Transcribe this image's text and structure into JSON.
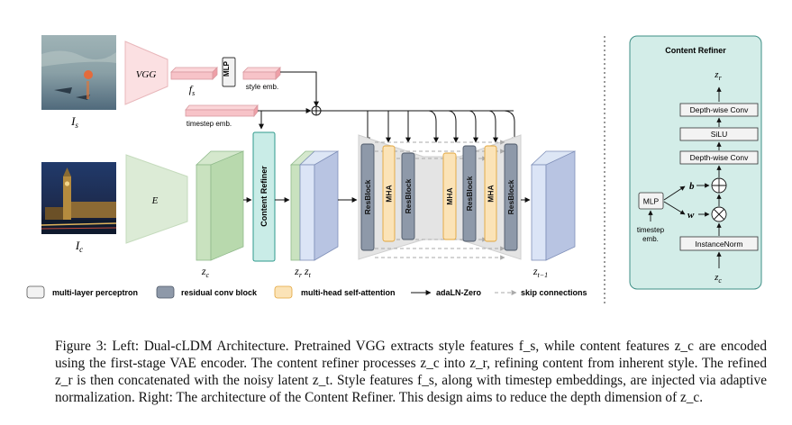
{
  "left_diagram": {
    "input_style": {
      "symbol": "I",
      "sub": "s"
    },
    "input_content": {
      "symbol": "I",
      "sub": "c"
    },
    "vgg_label": "VGG",
    "encoder_label": "E",
    "fs": {
      "symbol": "f",
      "sub": "s"
    },
    "mlp_label": "MLP",
    "style_emb_label": "style emb.",
    "timestep_emb_label": "timestep emb.",
    "content_refiner_label": "Content Refiner",
    "zc": {
      "symbol": "z",
      "sub": "c"
    },
    "zr": {
      "symbol": "z",
      "sub": "r"
    },
    "zt": {
      "symbol": "z",
      "sub": "t"
    },
    "ztm1": {
      "symbol": "z",
      "sub": "t−1"
    },
    "blocks": [
      "ResBlock",
      "MHA",
      "ResBlock",
      "MHA",
      "ResBlock",
      "MHA",
      "ResBlock"
    ]
  },
  "legend": {
    "mlp": "multi-layer perceptron",
    "resconv": "residual conv block",
    "mha": "multi-head self-attention",
    "adaln": "adaLN-Zero",
    "skip": "skip connections"
  },
  "refiner_panel": {
    "title": "Content Refiner",
    "out": {
      "symbol": "z",
      "sub": "r"
    },
    "in": {
      "symbol": "z",
      "sub": "c"
    },
    "layers": [
      "Depth-wise Conv",
      "SiLU",
      "Depth-wise Conv",
      "InstanceNorm"
    ],
    "mlp_label": "MLP",
    "timestep_emb": [
      "timestep",
      "emb."
    ],
    "b_label": "b",
    "w_label": "w"
  },
  "caption": {
    "figure_label": "Figure 3:",
    "text": "Left: Dual-cLDM Architecture. Pretrained VGG extracts style features f_s, while content features z_c are encoded using the first-stage VAE encoder. The content refiner processes z_c into z_r, refining content from inherent style. The refined z_r is then concatenated with the noisy latent z_t. Style features f_s, along with timestep embeddings, are injected via adaptive normalization. Right: The architecture of the Content Refiner. This design aims to reduce the depth dimension of z_c."
  },
  "colors": {
    "pink": "#f9d3d6",
    "pink_edge": "#d99aa0",
    "green": "#cfe5c6",
    "green_edge": "#8fb98a",
    "teal": "#c9ece7",
    "teal_edge": "#2f9a8c",
    "blue": "#c3cde6",
    "blue_edge": "#7f8fb8",
    "gray_block": "#8e99a9",
    "gray_block_edge": "#4d5868",
    "orange": "#fbe3b7",
    "orange_edge": "#e2a53b",
    "panel_bg": "#d3ede8",
    "panel_edge": "#3e8f86"
  }
}
